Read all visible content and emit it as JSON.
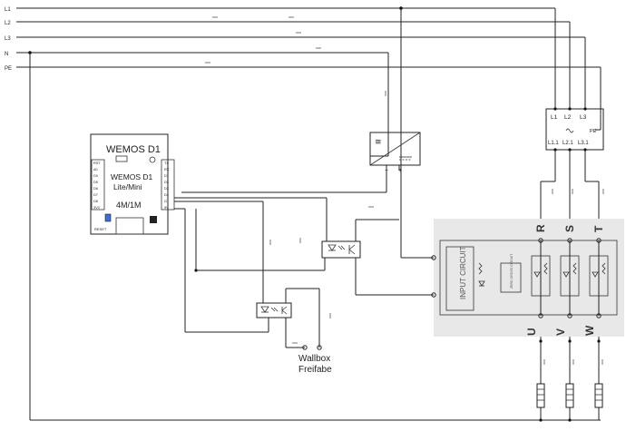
{
  "bus": {
    "lines": [
      {
        "label": "L1"
      },
      {
        "label": "L2"
      },
      {
        "label": "L3"
      },
      {
        "label": "N"
      },
      {
        "label": "PE"
      }
    ]
  },
  "wemos": {
    "header": "WEMOS D1",
    "model_line1": "WEMOS D1",
    "model_line2": "Lite/Mini",
    "flash": "4M/1M",
    "reset_label": "RESET",
    "left_pins": [
      "RST",
      "A0",
      "D0",
      "D5",
      "D6",
      "D7",
      "D8",
      "3V3"
    ],
    "right_pins": [
      "TX",
      "RX",
      "D1",
      "D2",
      "D3",
      "D4",
      "G",
      "5V"
    ]
  },
  "psu": {
    "symbol": "≅"
  },
  "main_box": {
    "terminals_top": [
      "L1",
      "L2",
      "L3"
    ],
    "pe": "PE",
    "terminals_bottom": [
      "L1.1",
      "L2.1",
      "L3.1"
    ]
  },
  "ssr": {
    "input_label": "INPUT CIRCUIT",
    "trigger_label": "ZERO CROSS CIRCUIT",
    "phases_in": [
      "R",
      "S",
      "T"
    ],
    "phases_out": [
      "U",
      "V",
      "W"
    ]
  },
  "wallbox": {
    "line1": "Wallbox",
    "line2": "Freifabe"
  }
}
